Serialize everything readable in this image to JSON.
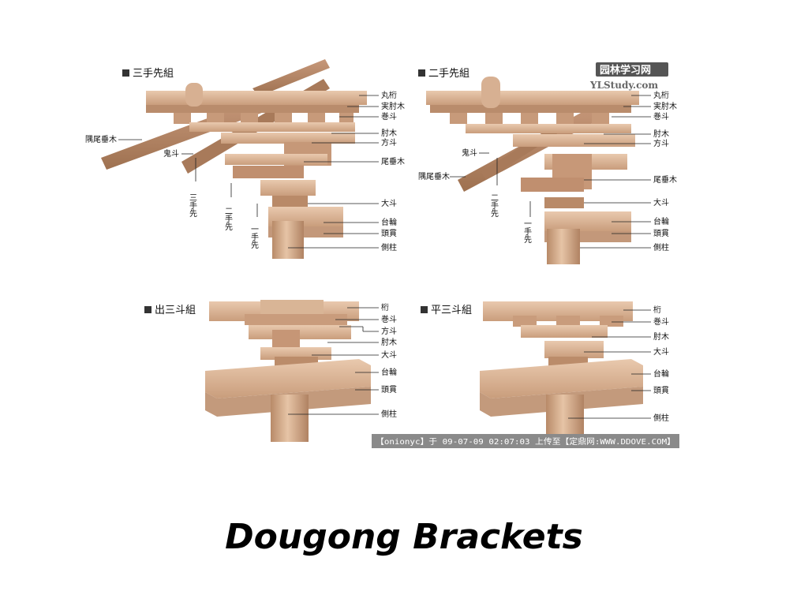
{
  "watermark": {
    "line1": "园林学习网",
    "line2": "YLStudy.com"
  },
  "footer_stamp": "【onionyc】于 09-07-09 02:07:03 上传至【定鼎网:WWW.DDOVE.COM】",
  "caption": "Dougong Brackets",
  "panels": {
    "p1": {
      "title": "三手先組",
      "labels": {
        "marugeta": "丸桁",
        "jitsuhijiki": "実肘木",
        "makito": "巻斗",
        "hijiki": "肘木",
        "masuto": "方斗",
        "odaruki": "尾垂木",
        "daito": "大斗",
        "dairin": "台輪",
        "toukan": "頭貫",
        "gawabashira": "側柱",
        "kakushi": "隅尾垂木",
        "onito": "鬼斗"
      },
      "vlabels": [
        "三手先",
        "二手先",
        "一手先"
      ]
    },
    "p2": {
      "title": "二手先組",
      "labels": {
        "marugeta": "丸桁",
        "jitsuhijiki": "実肘木",
        "makito": "巻斗",
        "hijiki": "肘木",
        "masuto": "方斗",
        "odaruki": "尾垂木",
        "daito": "大斗",
        "dairin": "台輪",
        "toukan": "頭貫",
        "gawabashira": "側柱",
        "kakushi": "隅尾垂木",
        "onito": "鬼斗"
      },
      "vlabels": [
        "二手先",
        "一手先"
      ]
    },
    "p3": {
      "title": "出三斗組",
      "labels": {
        "keta": "桁",
        "makito": "巻斗",
        "masuto": "方斗",
        "hijiki": "肘木",
        "daito": "大斗",
        "dairin": "台輪",
        "toukan": "頭貫",
        "gawabashira": "側柱"
      }
    },
    "p4": {
      "title": "平三斗組",
      "labels": {
        "keta": "桁",
        "makito": "巻斗",
        "hijiki": "肘木",
        "daito": "大斗",
        "dairin": "台輪",
        "toukan": "頭貫",
        "gawabashira": "側柱"
      }
    }
  }
}
